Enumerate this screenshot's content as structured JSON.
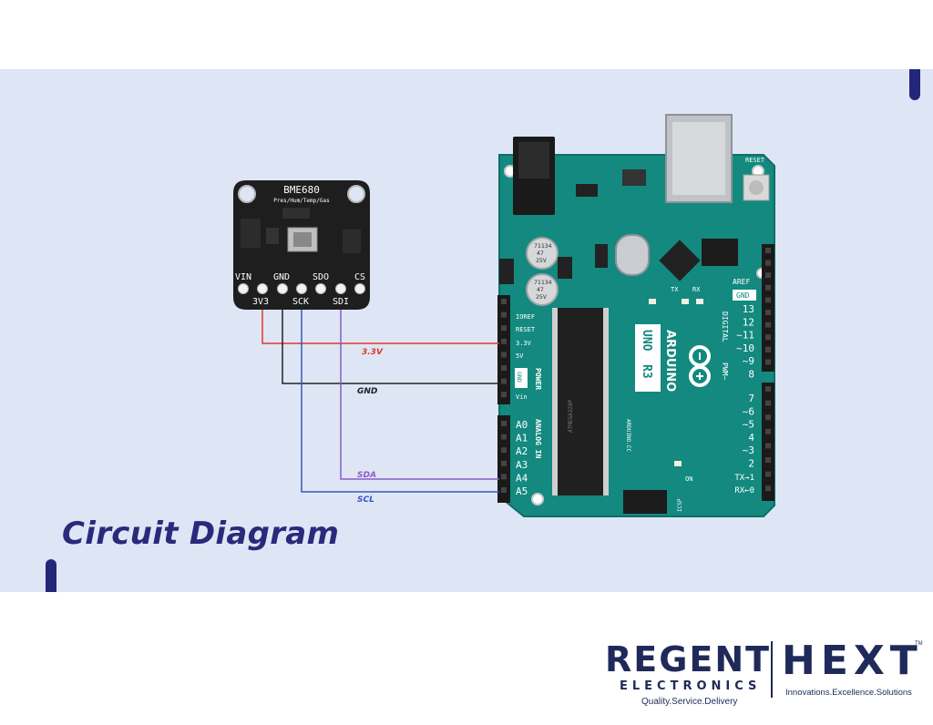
{
  "title": "Circuit Diagram",
  "colors": {
    "panel": "#dee6f5",
    "accent": "#24267a",
    "wire_3v3": "#e2372b",
    "wire_gnd": "#222222",
    "wire_sda": "#8b5cc4",
    "wire_scl": "#3b55c2",
    "arduino": "#13897f",
    "sensor": "#1e1e1e"
  },
  "sensor": {
    "name": "BME680",
    "subtitle": "Pres/Hum/Temp/Gas",
    "top_pins": [
      "VIN",
      "GND",
      "SDO",
      "CS"
    ],
    "bottom_pins": [
      "3V3",
      "SCK",
      "SDI"
    ]
  },
  "wires": {
    "v33": "3.3V",
    "gnd": "GND",
    "sda": "SDA",
    "scl": "SCL"
  },
  "arduino": {
    "power_pins": [
      "IOREF",
      "RESET",
      "3.3V",
      "5V",
      "GND",
      "Vin"
    ],
    "power_label": "POWER",
    "analog_pins": [
      "A0",
      "A1",
      "A2",
      "A3",
      "A4",
      "A5"
    ],
    "analog_label": "ANALOG IN",
    "digital_pins": [
      "13",
      "12",
      "~11",
      "~10",
      "~9",
      "8",
      "7",
      "~6",
      "~5",
      "4",
      "~3",
      "2",
      "TX→1",
      "RX←0"
    ],
    "digital_label": "DIGITAL",
    "pwm_label": "PWM~",
    "aref": "AREF",
    "gnd_top": "GND",
    "uno": "UNO",
    "r3": "R3",
    "brand": "ARDUINO",
    "reset_label": "RESET",
    "on_label": "ON",
    "tx": "TX",
    "rx": "RX",
    "icsp": "ICSP",
    "cap_text": [
      "71134",
      "47",
      "25V"
    ],
    "chip_text": "ATMEGA328P",
    "site": "ARDUINO.CC"
  },
  "logo": {
    "regent": "REGENT",
    "electronics": "ELECTRONICS",
    "tagline1": "Quality.Service.Delivery",
    "hext": "HEXT",
    "tagline2": "Innovations.Excellence.Solutions",
    "tm": "TM"
  }
}
